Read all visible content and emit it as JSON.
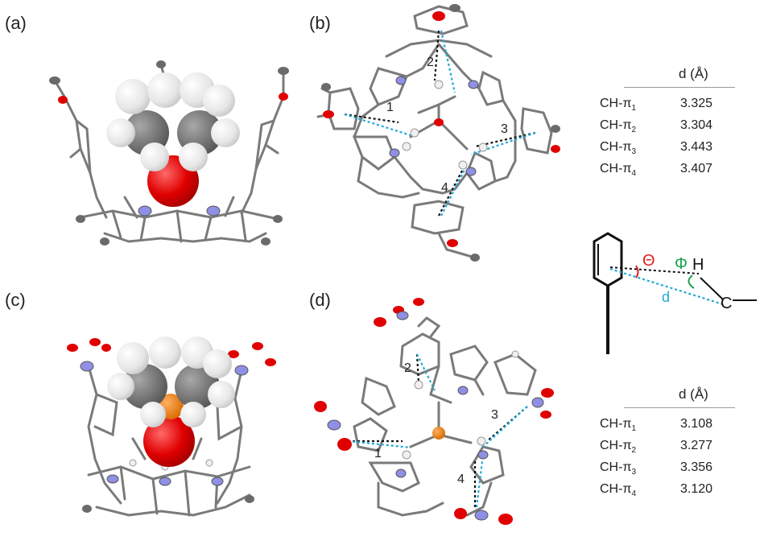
{
  "panels": {
    "a": "(a)",
    "b": "(b)",
    "c": "(c)",
    "d": "(d)"
  },
  "interaction_labels": [
    "1",
    "2",
    "3",
    "4"
  ],
  "table_top": {
    "header": "d (Å)",
    "rows": [
      {
        "label": "CH-π",
        "sub": "1",
        "value": "3.325"
      },
      {
        "label": "CH-π",
        "sub": "2",
        "value": "3.304"
      },
      {
        "label": "CH-π",
        "sub": "3",
        "value": "3.443"
      },
      {
        "label": "CH-π",
        "sub": "4",
        "value": "3.407"
      }
    ]
  },
  "table_bottom": {
    "header": "d (Å)",
    "rows": [
      {
        "label": "CH-π",
        "sub": "1",
        "value": "3.108"
      },
      {
        "label": "CH-π",
        "sub": "2",
        "value": "3.277"
      },
      {
        "label": "CH-π",
        "sub": "3",
        "value": "3.356"
      },
      {
        "label": "CH-π",
        "sub": "4",
        "value": "3.120"
      }
    ]
  },
  "geometry_scheme": {
    "theta": "Θ",
    "phi": "Φ",
    "h": "H",
    "c": "C",
    "d": "d"
  },
  "colors": {
    "carbon": "#8c8c8c",
    "oxygen": "#e00000",
    "nitrogen": "#8f8fe6",
    "phosphorus": "#e8821e",
    "theta": "#e02020",
    "phi": "#1aa050",
    "distance": "#1fa9d6"
  }
}
